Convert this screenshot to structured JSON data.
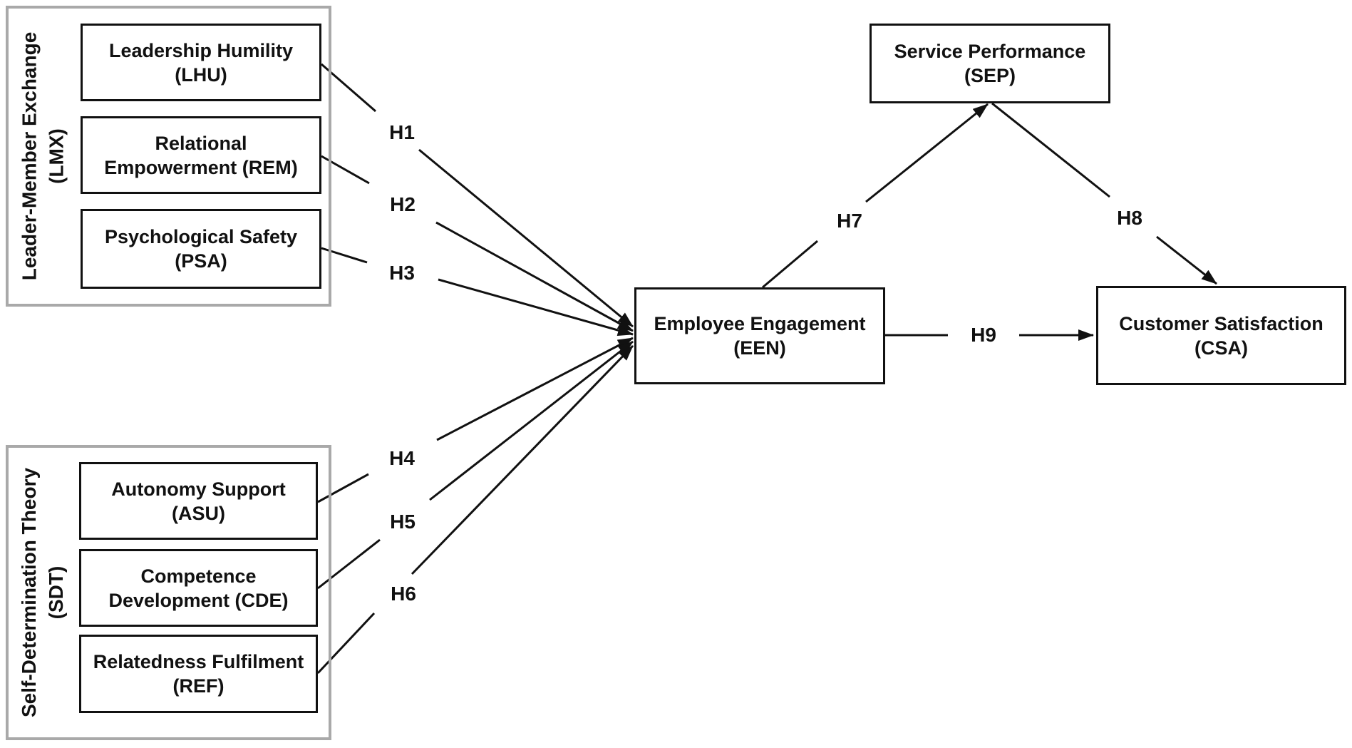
{
  "groups": {
    "lmx": {
      "line1": "Leader-Member Exchange",
      "line2": "(LMX)"
    },
    "sdt": {
      "line1": "Self-Determination Theory",
      "line2": "(SDT)"
    }
  },
  "nodes": {
    "lhu": {
      "line1": "Leadership Humility",
      "line2": "(LHU)"
    },
    "rem": {
      "line1": "Relational",
      "line2": "Empowerment (REM)"
    },
    "psa": {
      "line1": "Psychological Safety",
      "line2": "(PSA)"
    },
    "asu": {
      "line1": "Autonomy Support",
      "line2": "(ASU)"
    },
    "cde": {
      "line1": "Competence",
      "line2": "Development (CDE)"
    },
    "ref": {
      "line1": "Relatedness Fulfilment",
      "line2": "(REF)"
    },
    "een": {
      "line1": "Employee Engagement",
      "line2": "(EEN)"
    },
    "sep": {
      "line1": "Service Performance",
      "line2": "(SEP)"
    },
    "csa": {
      "line1": "Customer Satisfaction",
      "line2": "(CSA)"
    }
  },
  "hypotheses": {
    "h1": "H1",
    "h2": "H2",
    "h3": "H3",
    "h4": "H4",
    "h5": "H5",
    "h6": "H6",
    "h7": "H7",
    "h8": "H8",
    "h9": "H9"
  },
  "edges": [
    {
      "from": "LHU",
      "to": "EEN",
      "label": "H1"
    },
    {
      "from": "REM",
      "to": "EEN",
      "label": "H2"
    },
    {
      "from": "PSA",
      "to": "EEN",
      "label": "H3"
    },
    {
      "from": "ASU",
      "to": "EEN",
      "label": "H4"
    },
    {
      "from": "CDE",
      "to": "EEN",
      "label": "H5"
    },
    {
      "from": "REF",
      "to": "EEN",
      "label": "H6"
    },
    {
      "from": "EEN",
      "to": "SEP",
      "label": "H7"
    },
    {
      "from": "SEP",
      "to": "CSA",
      "label": "H8"
    },
    {
      "from": "EEN",
      "to": "CSA",
      "label": "H9"
    }
  ],
  "colors": {
    "ink": "#111111",
    "group_border": "#a9a9a9",
    "background": "#ffffff"
  }
}
